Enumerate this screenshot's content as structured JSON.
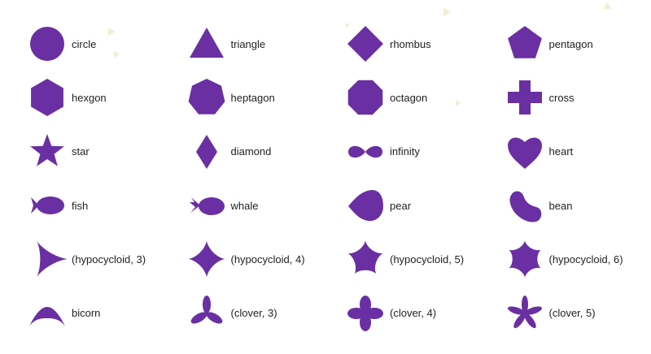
{
  "shape_color": "#6a2fa2",
  "confetti_color": "#f6ecd3",
  "shapes": [
    {
      "label": "circle",
      "icon": "circle-icon"
    },
    {
      "label": "triangle",
      "icon": "triangle-icon"
    },
    {
      "label": "rhombus",
      "icon": "rhombus-icon"
    },
    {
      "label": "pentagon",
      "icon": "pentagon-icon"
    },
    {
      "label": "hexgon",
      "icon": "hexagon-icon"
    },
    {
      "label": "heptagon",
      "icon": "heptagon-icon"
    },
    {
      "label": "octagon",
      "icon": "octagon-icon"
    },
    {
      "label": "cross",
      "icon": "cross-icon"
    },
    {
      "label": "star",
      "icon": "star-icon"
    },
    {
      "label": "diamond",
      "icon": "diamond-icon"
    },
    {
      "label": "infinity",
      "icon": "infinity-icon"
    },
    {
      "label": "heart",
      "icon": "heart-icon"
    },
    {
      "label": "fish",
      "icon": "fish-icon"
    },
    {
      "label": "whale",
      "icon": "whale-icon"
    },
    {
      "label": "pear",
      "icon": "pear-icon"
    },
    {
      "label": "bean",
      "icon": "bean-icon"
    },
    {
      "label": "(hypocycloid, 3)",
      "icon": "hypocycloid-3-icon"
    },
    {
      "label": "(hypocycloid, 4)",
      "icon": "hypocycloid-4-icon"
    },
    {
      "label": "(hypocycloid, 5)",
      "icon": "hypocycloid-5-icon"
    },
    {
      "label": "(hypocycloid, 6)",
      "icon": "hypocycloid-6-icon"
    },
    {
      "label": "bicorn",
      "icon": "bicorn-icon"
    },
    {
      "label": "(clover, 3)",
      "icon": "clover-3-icon"
    },
    {
      "label": "(clover, 4)",
      "icon": "clover-4-icon"
    },
    {
      "label": "(clover, 5)",
      "icon": "clover-5-icon"
    }
  ]
}
